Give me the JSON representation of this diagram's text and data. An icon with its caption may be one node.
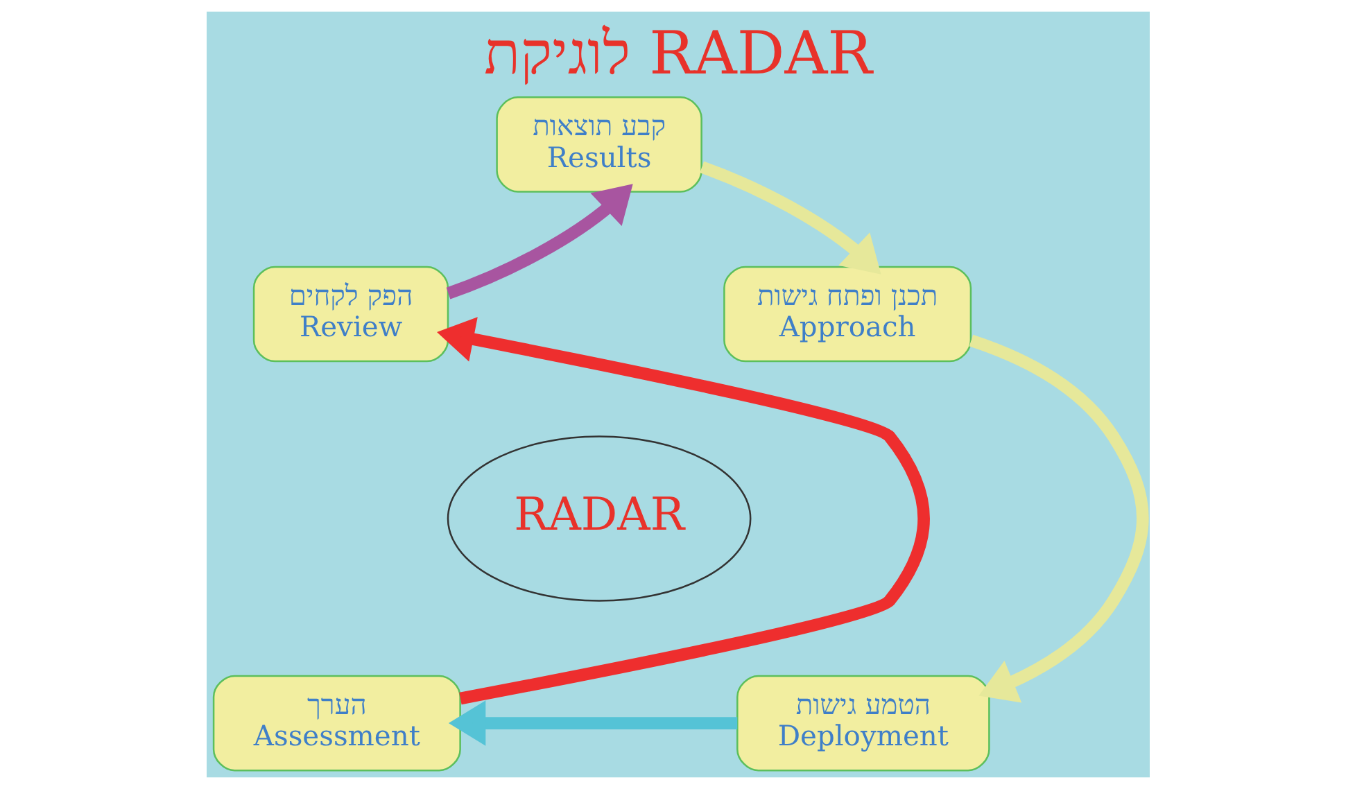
{
  "diagram": {
    "title": "לוגיקת RADAR",
    "nodes": [
      {
        "text": [
          "קבע תוצאות",
          "Results"
        ]
      },
      {
        "text": [
          "תכנן ופתח גישות",
          "Approach"
        ]
      },
      {
        "text": [
          "הטמע גישות",
          "Deployment"
        ]
      },
      {
        "text": [
          "הערך",
          "Assessment"
        ]
      },
      {
        "text": [
          "הפק לקחים",
          "Review"
        ]
      },
      {
        "text": [
          "RADAR"
        ]
      }
    ],
    "edges": [
      {
        "from": 4,
        "to": 0,
        "arrow": "to",
        "color": "#a855a0"
      },
      {
        "from": 0,
        "to": 1,
        "arrow": "to",
        "color": "#e6e89a"
      },
      {
        "from": 1,
        "to": 2,
        "arrow": "to",
        "color": "#e6e89a"
      },
      {
        "from": 2,
        "to": 3,
        "arrow": "to",
        "color": "#55c3d6"
      },
      {
        "from": 3,
        "to": 4,
        "arrow": "to",
        "color": "#ee2e2e"
      }
    ]
  }
}
